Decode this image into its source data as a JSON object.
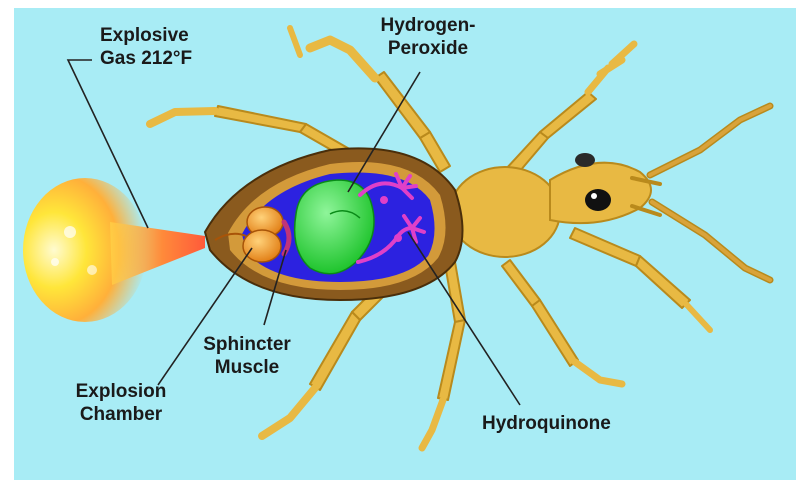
{
  "labels": {
    "explosive_gas_line1": "Explosive",
    "explosive_gas_line2": "Gas 212°F",
    "hydrogen_peroxide_line1": "Hydrogen-",
    "hydrogen_peroxide_line2": "Peroxide",
    "sphincter_muscle_line1": "Sphincter",
    "sphincter_muscle_line2": "Muscle",
    "explosion_chamber_line1": "Explosion",
    "explosion_chamber_line2": "Chamber",
    "hydroquinone": "Hydroquinone"
  },
  "colors": {
    "background": "#a8ecf5",
    "frame": "#ffffff",
    "leg": "#e8b943",
    "leg_dark": "#b98a1c",
    "shell": "#8a5a1e",
    "inner_cavity": "#2c22e0",
    "peroxide_sac": "#2fd83a",
    "hydroquinone_glands": "#e040c8",
    "chamber": "#ef9a2a",
    "spray": "#ff7b2a",
    "leader_line": "#222222"
  }
}
